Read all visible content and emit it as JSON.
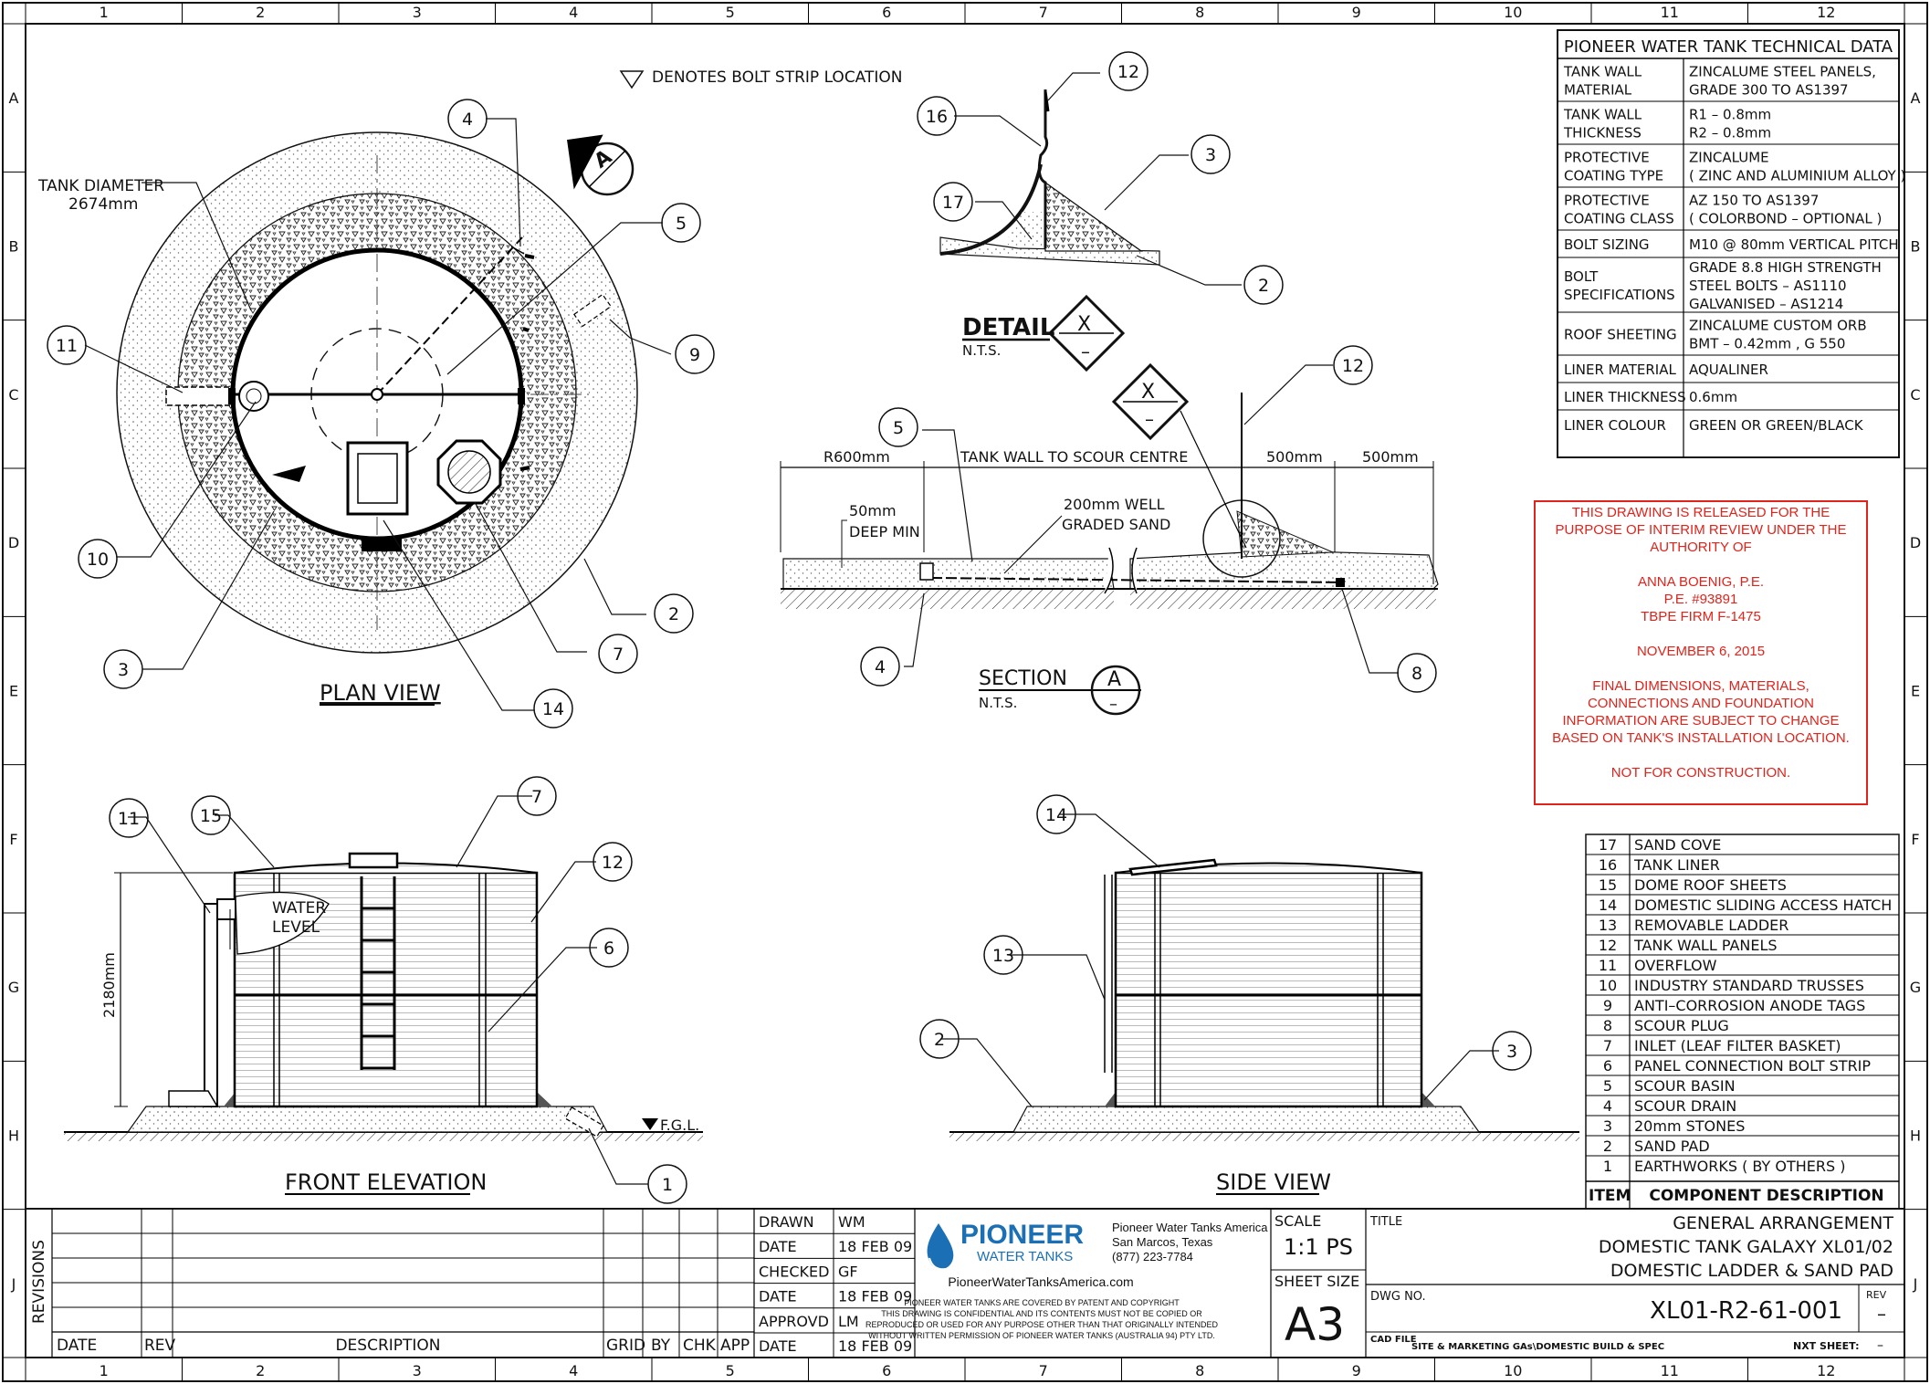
{
  "grid": {
    "columns": [
      "1",
      "2",
      "3",
      "4",
      "5",
      "6",
      "7",
      "8",
      "9",
      "10",
      "11",
      "12"
    ],
    "rows": [
      "A",
      "B",
      "C",
      "D",
      "E",
      "F",
      "G",
      "H",
      "J"
    ]
  },
  "legend_note": "DENOTES BOLT STRIP LOCATION",
  "plan_view": {
    "title": "PLAN VIEW",
    "diameter_label": "TANK DIAMETER",
    "diameter_value": "2674mm",
    "section_marker": "A",
    "callouts": [
      "4",
      "5",
      "9",
      "11",
      "10",
      "3",
      "2",
      "7",
      "14"
    ]
  },
  "detail": {
    "title": "DETAIL",
    "scale": "N.T.S.",
    "marker": "X",
    "marker_sub": "–",
    "callouts": [
      "12",
      "16",
      "17",
      "3",
      "2"
    ]
  },
  "section": {
    "title": "SECTION",
    "scale": "N.T.S.",
    "marker": "A",
    "marker_sub": "–",
    "detail_marker": "X",
    "dim_r600": "R600mm",
    "dim_wall_to_scour": "TANK WALL TO SCOUR CENTRE",
    "dim_500a": "500mm",
    "dim_500b": "500mm",
    "note_50mm_1": "50mm",
    "note_50mm_2": "DEEP MIN",
    "note_sand_1": "200mm WELL",
    "note_sand_2": "GRADED SAND",
    "callouts": [
      "5",
      "12",
      "4",
      "8"
    ]
  },
  "front_elevation": {
    "title": "FRONT ELEVATION",
    "height_dim": "2180mm",
    "water_level_1": "WATER",
    "water_level_2": "LEVEL",
    "fgl": "F.G.L.",
    "callouts": [
      "11",
      "15",
      "7",
      "12",
      "6",
      "1"
    ]
  },
  "side_view": {
    "title": "SIDE VIEW",
    "callouts": [
      "14",
      "13",
      "2",
      "3"
    ]
  },
  "tech_data": {
    "title": "PIONEER WATER TANK TECHNICAL DATA",
    "rows": [
      {
        "k1": "TANK WALL",
        "k2": "MATERIAL",
        "v1": "ZINCALUME STEEL PANELS,",
        "v2": "GRADE 300  TO AS1397",
        "v3": ""
      },
      {
        "k1": "TANK WALL",
        "k2": "THICKNESS",
        "v1": "R1 – 0.8mm",
        "v2": "R2 – 0.8mm",
        "v3": ""
      },
      {
        "k1": "PROTECTIVE",
        "k2": "COATING TYPE",
        "v1": "ZINCALUME",
        "v2": "( ZINC AND ALUMINIUM ALLOY )",
        "v3": ""
      },
      {
        "k1": "PROTECTIVE",
        "k2": "COATING CLASS",
        "v1": "AZ 150 TO AS1397",
        "v2": "( COLORBOND – OPTIONAL )",
        "v3": ""
      },
      {
        "k1": "BOLT SIZING",
        "k2": "",
        "v1": "M10 @ 80mm VERTICAL PITCH",
        "v2": "",
        "v3": ""
      },
      {
        "k1": "BOLT",
        "k2": "SPECIFICATIONS",
        "v1": "GRADE 8.8 HIGH STRENGTH",
        "v2": "STEEL BOLTS – AS1110",
        "v3": "GALVANISED – AS1214"
      },
      {
        "k1": "ROOF SHEETING",
        "k2": "",
        "v1": "ZINCALUME CUSTOM ORB",
        "v2": "BMT – 0.42mm , G 550",
        "v3": ""
      },
      {
        "k1": "LINER MATERIAL",
        "k2": "",
        "v1": "AQUALINER",
        "v2": "",
        "v3": ""
      },
      {
        "k1": "LINER THICKNESS",
        "k2": "",
        "v1": "0.6mm",
        "v2": "",
        "v3": ""
      },
      {
        "k1": "LINER COLOUR",
        "k2": "",
        "v1": "GREEN OR GREEN/BLACK",
        "v2": "",
        "v3": ""
      }
    ]
  },
  "review_stamp": {
    "color": "#e0231b",
    "lines": [
      "THIS DRAWING IS RELEASED FOR THE",
      "PURPOSE OF INTERIM REVIEW UNDER THE",
      "AUTHORITY OF",
      "",
      "ANNA BOENIG, P.E.",
      "P.E. #93891",
      "TBPE FIRM F-1475",
      "",
      "NOVEMBER 6, 2015",
      "",
      "FINAL DIMENSIONS, MATERIALS,",
      "CONNECTIONS AND FOUNDATION",
      "INFORMATION ARE SUBJECT TO CHANGE",
      "BASED ON TANK'S INSTALLATION LOCATION.",
      "",
      "NOT FOR CONSTRUCTION."
    ]
  },
  "components": {
    "header_item": "ITEM",
    "header_desc": "COMPONENT DESCRIPTION",
    "items": [
      {
        "n": "17",
        "d": "SAND COVE"
      },
      {
        "n": "16",
        "d": "TANK LINER"
      },
      {
        "n": "15",
        "d": "DOME ROOF SHEETS"
      },
      {
        "n": "14",
        "d": "DOMESTIC SLIDING ACCESS HATCH"
      },
      {
        "n": "13",
        "d": "REMOVABLE LADDER"
      },
      {
        "n": "12",
        "d": "TANK WALL PANELS"
      },
      {
        "n": "11",
        "d": "OVERFLOW"
      },
      {
        "n": "10",
        "d": "INDUSTRY STANDARD TRUSSES"
      },
      {
        "n": "9",
        "d": "ANTI–CORROSION ANODE TAGS"
      },
      {
        "n": "8",
        "d": "SCOUR PLUG"
      },
      {
        "n": "7",
        "d": "INLET (LEAF FILTER BASKET)"
      },
      {
        "n": "6",
        "d": "PANEL CONNECTION BOLT STRIP"
      },
      {
        "n": "5",
        "d": "SCOUR BASIN"
      },
      {
        "n": "4",
        "d": "SCOUR DRAIN"
      },
      {
        "n": "3",
        "d": "20mm STONES"
      },
      {
        "n": "2",
        "d": "SAND PAD"
      },
      {
        "n": "1",
        "d": "EARTHWORKS ( BY OTHERS )"
      }
    ]
  },
  "title_block": {
    "revisions_label": "REVISIONS",
    "rev_headers": [
      "DATE",
      "REV",
      "DESCRIPTION",
      "GRID",
      "BY",
      "CHK",
      "APP"
    ],
    "sign": [
      {
        "k": "DRAWN",
        "v": "WM"
      },
      {
        "k": "DATE",
        "v": "18 FEB 09"
      },
      {
        "k": "CHECKED",
        "v": "GF"
      },
      {
        "k": "DATE",
        "v": "18 FEB 09"
      },
      {
        "k": "APPROVD",
        "v": "LM"
      },
      {
        "k": "DATE",
        "v": "18 FEB 09"
      }
    ],
    "logo_main": "PIONEER",
    "logo_sub": "WATER TANKS",
    "company_1": "Pioneer Water Tanks America",
    "company_2": "San Marcos, Texas",
    "company_3": "(877) 223-7784",
    "website": "PioneerWaterTanksAmerica.com",
    "notice": [
      "PIONEER WATER TANKS  ARE COVERED BY PATENT AND COPYRIGHT",
      "THIS DRAWING IS CONFIDENTIAL  AND ITS CONTENTS MUST NOT  BE COPIED  OR",
      "REPRODUCED OR USED FOR ANY PURPOSE OTHER THAN THAT ORIGINALLY INTENDED",
      "WITHOUT WRITTEN PERMISSION OF PIONEER WATER TANKS (AUSTRALIA 94) PTY LTD."
    ],
    "scale_label": "SCALE",
    "scale_value": "1:1 PS",
    "sheet_size_label": "SHEET SIZE",
    "sheet_size_value": "A3",
    "title_label": "TITLE",
    "title_1": "GENERAL ARRANGEMENT",
    "title_2": "DOMESTIC TANK GALAXY XL01/02",
    "title_3": "DOMESTIC LADDER & SAND PAD",
    "dwg_label": "DWG NO.",
    "dwg_no": "XL01-R2-61-001",
    "rev_label": "REV",
    "rev_value": "–",
    "cad_label": "CAD FILE",
    "cad_value": "SITE & MARKETING GAs\\DOMESTIC BUILD & SPEC",
    "next_sheet_label": "NXT SHEET:",
    "next_sheet_value": "–",
    "logo_color": "#1b6fb5"
  }
}
